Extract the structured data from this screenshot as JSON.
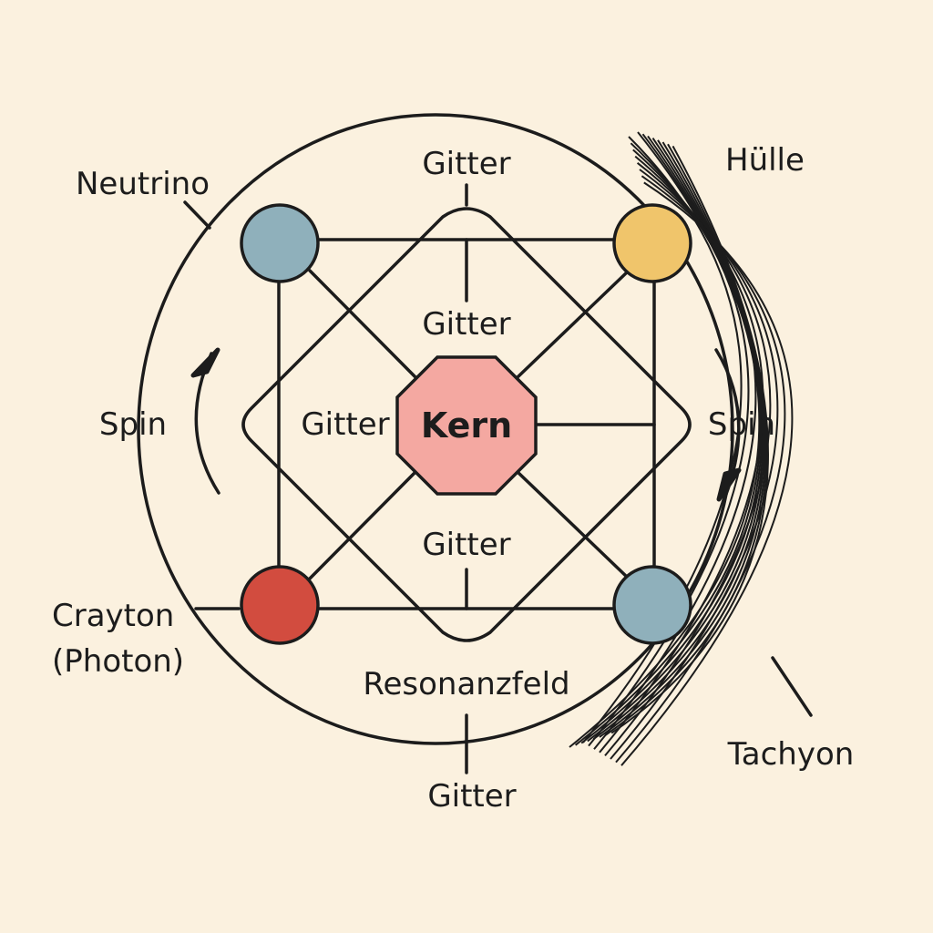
{
  "labels": {
    "neutrino": "Neutrino",
    "huelle": "Hülle",
    "gitter_top": "Gitter",
    "gitter_upper": "Gitter",
    "gitter_left": "Gitter",
    "gitter_lower": "Gitter",
    "gitter_bottom": "Gitter",
    "kern": "Kern",
    "spin_left": "Spin",
    "spin_right": "Spin",
    "crayton_line1": "Crayton",
    "crayton_line2": "(Photon)",
    "resonanzfeld": "Resonanzfeld",
    "tachyon": "Tachyon"
  },
  "colors": {
    "background": "#fbf1df",
    "neutrino": "#8fb0bb",
    "yellow_particle": "#f0c56b",
    "crayton": "#d24c3f",
    "blue_particle": "#8fb0bb",
    "kern": "#f4a8a1",
    "stroke": "#1c1c1c"
  }
}
